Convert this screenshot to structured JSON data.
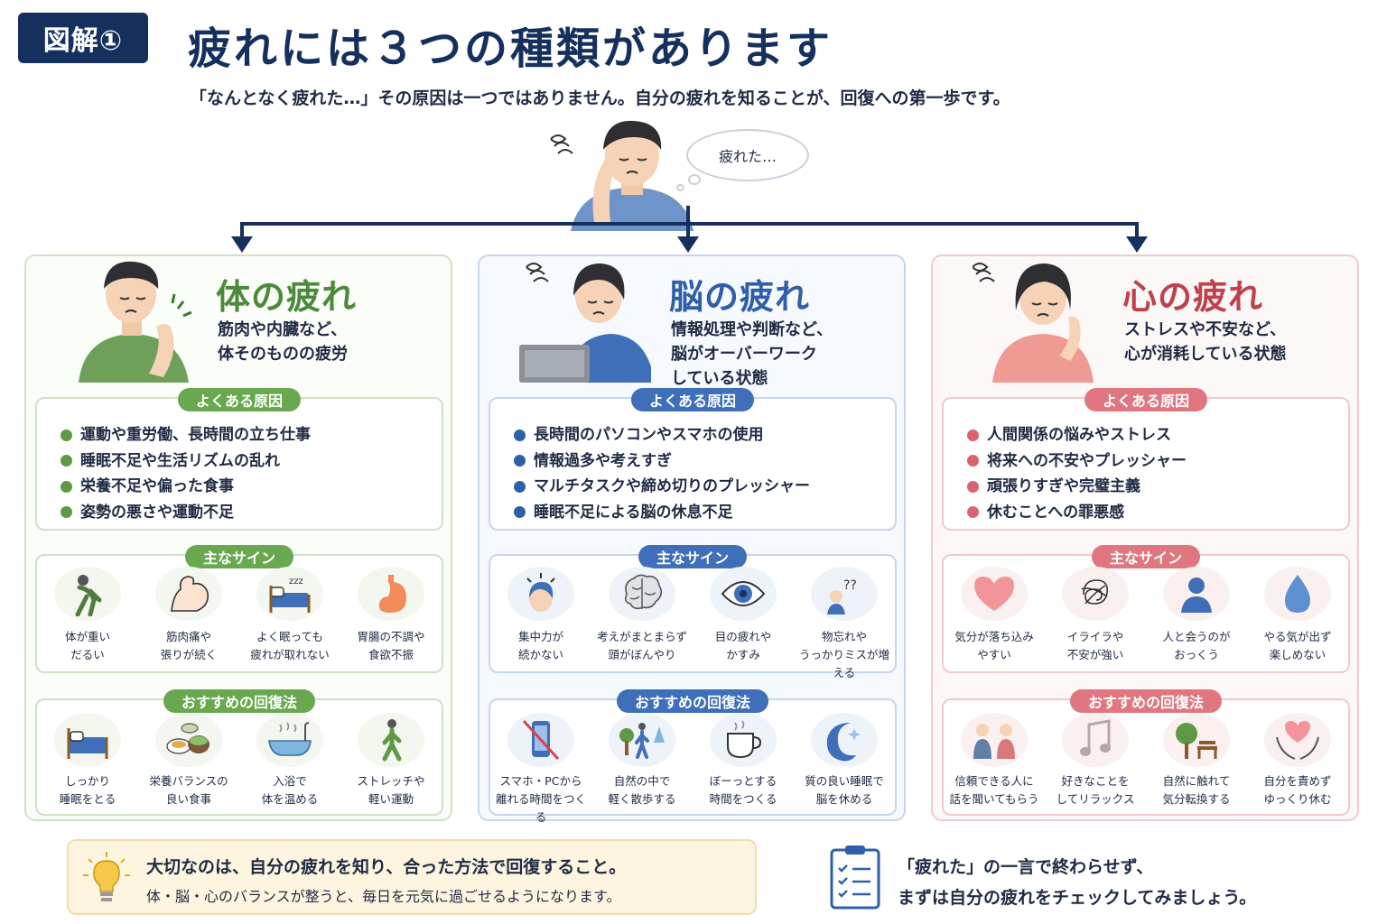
{
  "header": {
    "badge": "図解①",
    "title": "疲れには３つの種類があります",
    "subtitle": "「なんとなく疲れた…」その原因は一つではありません。自分の疲れを知ることが、回復への第一歩です。",
    "bubble": "疲れた…"
  },
  "columns": [
    {
      "title": "体の疲れ",
      "desc": "筋肉や内臓など、\n体そのものの疲労",
      "causes_label": "よくある原因",
      "causes": [
        "運動や重労働、長時間の立ち仕事",
        "睡眠不足や生活リズムの乱れ",
        "栄養不足や偏った食事",
        "姿勢の悪さや運動不足"
      ],
      "signs_label": "主なサイン",
      "signs": [
        {
          "label": "体が重い\nだるい",
          "icon": "tired-person-icon"
        },
        {
          "label": "筋肉痛や\n張りが続く",
          "icon": "muscle-arm-icon"
        },
        {
          "label": "よく眠っても\n疲れが取れない",
          "icon": "bed-zzz-icon"
        },
        {
          "label": "胃腸の不調や\n食欲不振",
          "icon": "stomach-icon"
        }
      ],
      "recovery_label": "おすすめの回復法",
      "recovery": [
        {
          "label": "しっかり\n睡眠をとる",
          "icon": "bed-icon"
        },
        {
          "label": "栄養バランスの\n良い食事",
          "icon": "meal-icon"
        },
        {
          "label": "入浴で\n体を温める",
          "icon": "bathtub-icon"
        },
        {
          "label": "ストレッチや\n軽い運動",
          "icon": "walking-icon"
        }
      ]
    },
    {
      "title": "脳の疲れ",
      "desc": "情報処理や判断など、\n脳がオーバーワーク\nしている状態",
      "causes_label": "よくある原因",
      "causes": [
        "長時間のパソコンやスマホの使用",
        "情報過多や考えすぎ",
        "マルチタスクや締め切りのプレッシャー",
        "睡眠不足による脳の休息不足"
      ],
      "signs_label": "主なサイン",
      "signs": [
        {
          "label": "集中力が\n続かない",
          "icon": "distracted-head-icon"
        },
        {
          "label": "考えがまとまらず\n頭がぼんやり",
          "icon": "brain-icon"
        },
        {
          "label": "目の疲れや\nかすみ",
          "icon": "eye-icon"
        },
        {
          "label": "物忘れや\nうっかりミスが増える",
          "icon": "question-person-icon"
        }
      ],
      "recovery_label": "おすすめの回復法",
      "recovery": [
        {
          "label": "スマホ・PCから\n離れる時間をつくる",
          "icon": "no-phone-icon"
        },
        {
          "label": "自然の中で\n軽く散歩する",
          "icon": "nature-walk-icon"
        },
        {
          "label": "ぼーっとする\n時間をつくる",
          "icon": "coffee-cup-icon"
        },
        {
          "label": "質の良い睡眠で\n脳を休める",
          "icon": "moon-icon"
        }
      ]
    },
    {
      "title": "心の疲れ",
      "desc": "ストレスや不安など、\n心が消耗している状態",
      "causes_label": "よくある原因",
      "causes": [
        "人間関係の悩みやストレス",
        "将来への不安やプレッシャー",
        "頑張りすぎや完璧主義",
        "休むことへの罪悪感"
      ],
      "signs_label": "主なサイン",
      "signs": [
        {
          "label": "気分が落ち込み\nやすい",
          "icon": "heart-icon"
        },
        {
          "label": "イライラや\n不安が強い",
          "icon": "tangle-icon"
        },
        {
          "label": "人と会うのが\nおっくう",
          "icon": "person-icon"
        },
        {
          "label": "やる気が出ず\n楽しめない",
          "icon": "drop-icon"
        }
      ],
      "recovery_label": "おすすめの回復法",
      "recovery": [
        {
          "label": "信頼できる人に\n話を聞いてもらう",
          "icon": "two-people-icon"
        },
        {
          "label": "好きなことを\nしてリラックス",
          "icon": "music-note-icon"
        },
        {
          "label": "自然に触れて\n気分転換する",
          "icon": "tree-bench-icon"
        },
        {
          "label": "自分を責めず\nゆっくり休む",
          "icon": "hands-heart-icon"
        }
      ]
    }
  ],
  "footer": {
    "left_line1": "大切なのは、自分の疲れを知り、合った方法で回復すること。",
    "left_line2": "体・脳・心のバランスが整うと、毎日を元気に過ごせるようになります。",
    "right_line1": "「疲れた」の一言で終わらせず、",
    "right_line2": "まずは自分の疲れをチェックしてみましょう。"
  },
  "colors": {
    "navy": "#16305e",
    "body_green": "#4a8a3a",
    "brain_blue": "#2f5fa8",
    "heart_red": "#c0404c"
  }
}
